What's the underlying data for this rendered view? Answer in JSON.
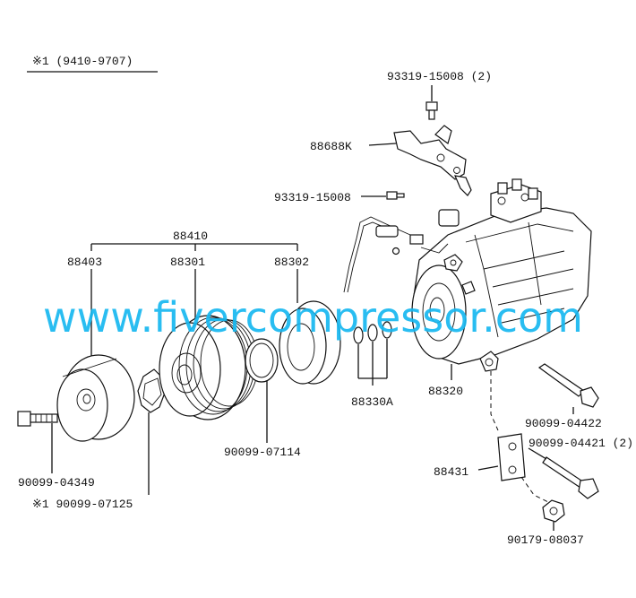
{
  "header": {
    "note": "※1 (9410-9707)"
  },
  "labels": {
    "p93319_top": "93319-15008 (2)",
    "p88688k": "88688K",
    "p93319_mid": "93319-15008",
    "p88410": "88410",
    "p88403": "88403",
    "p88301": "88301",
    "p88302": "88302",
    "p88330a": "88330A",
    "p88320": "88320",
    "p90099_04422": "90099-04422",
    "p90099_04421": "90099-04421 (2)",
    "p88431": "88431",
    "p90099_04349": "90099-04349",
    "p90099_07125": "※1 90099-07125",
    "p90099_07114": "90099-07114",
    "p90179_08037": "90179-08037"
  },
  "watermark": {
    "text": "www.fivercompressor.com",
    "color": "#17b8f0"
  }
}
